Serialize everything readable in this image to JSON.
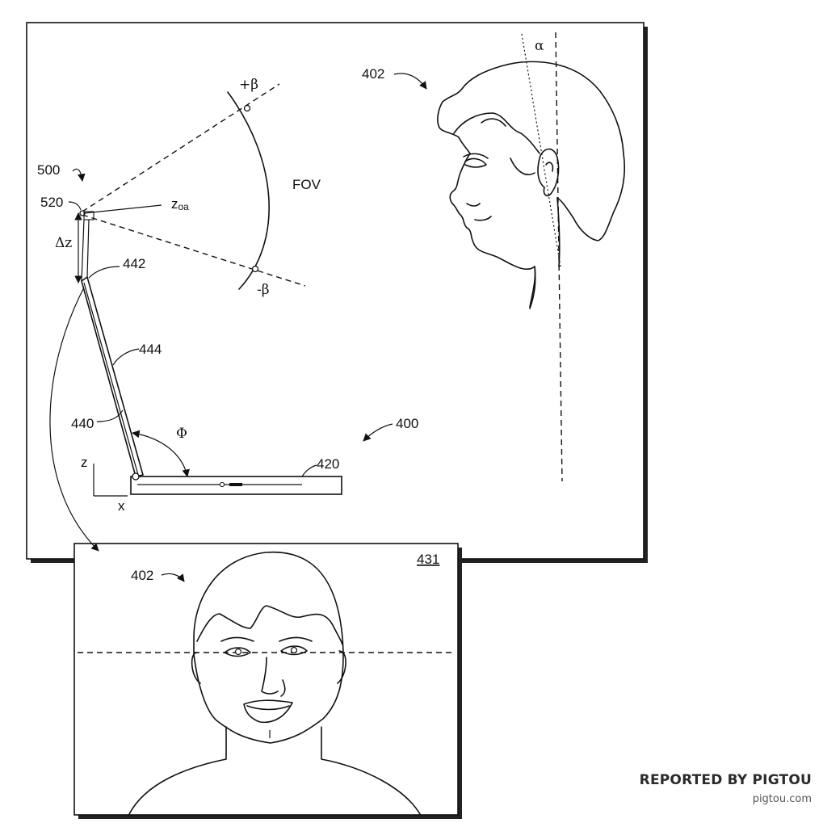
{
  "labels": {
    "ref_402_top": "402",
    "alpha": "α",
    "plus_beta": "+β",
    "minus_beta": "-β",
    "fov": "FOV",
    "ref_500": "500",
    "ref_520": "520",
    "z_oa": "z",
    "z_oa_sub": "oa",
    "delta_z": "Δz",
    "ref_442": "442",
    "ref_444": "444",
    "ref_440": "440",
    "phi": "Φ",
    "ref_400": "400",
    "ref_420": "420",
    "axis_z": "z",
    "axis_x": "x",
    "ref_402_bottom": "402",
    "ref_431": "431"
  },
  "watermark": {
    "main": "REPORTED BY PIGTOU",
    "sub": "pigtou.com"
  }
}
